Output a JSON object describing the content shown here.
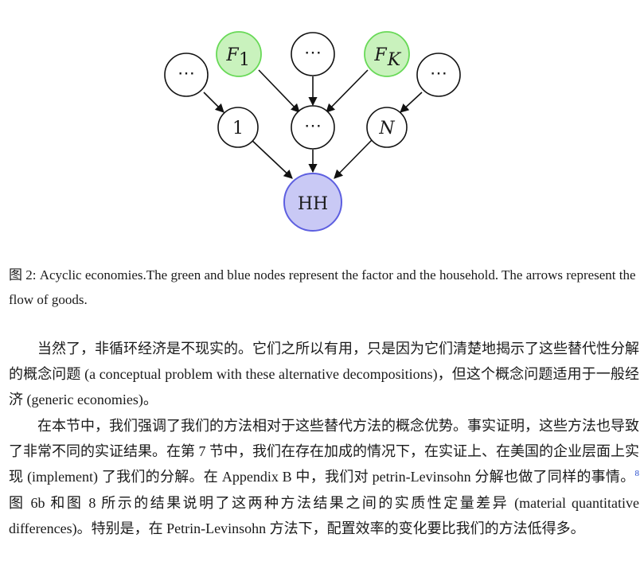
{
  "figure": {
    "nodes": {
      "top_left": "⋯",
      "f1_base": "F",
      "f1_sub": "1",
      "top_mid": "⋯",
      "fk_base": "F",
      "fk_sub": "K",
      "top_right": "⋯",
      "mid_one": "1",
      "mid_dots": "⋯",
      "mid_n": "N",
      "hh": "HH"
    },
    "colors": {
      "factor_fill": "#c9f2bd",
      "factor_stroke": "#68d957",
      "household_fill": "#c9c9f5",
      "household_stroke": "#5d5fe0",
      "node_stroke": "#111111"
    }
  },
  "caption": {
    "label": "图 2:",
    "text": "Acyclic economies.The green and blue nodes represent the factor and the household. The arrows represent the flow of goods."
  },
  "paragraphs": {
    "p1": "当然了，非循环经济是不现实的。它们之所以有用，只是因为它们清楚地揭示了这些替代性分解的概念问题 (a conceptual problem with these alternative decompositions)，但这个概念问题适用于一般经济 (generic economies)。",
    "p2_a": "在本节中，我们强调了我们的方法相对于这些替代方法的概念优势。事实证明，这些方法也导致了非常不同的实证结果。在第 7 节中，我们在存在加成的情况下，在实证上、在美国的企业层面上实现 (implement) 了我们的分解。在 Appendix B 中，我们对 petrin-Levinsohn 分解也做了同样的事情。",
    "p2_footnote": "8",
    "p2_b": "图 6b 和图 8 所示的结果说明了这两种方法结果之间的实质性定量差异 (material quantitative differences)。特别是，在 Petrin-Levinsohn 方法下，配置效率的变化要比我们的方法低得多。"
  }
}
